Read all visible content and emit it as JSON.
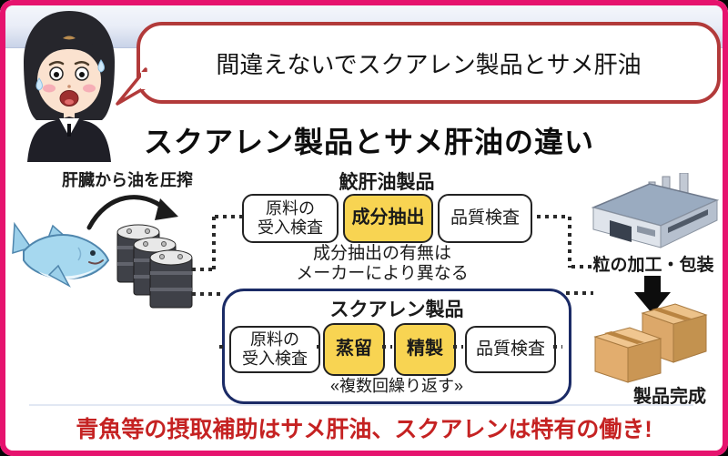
{
  "frame": {
    "border_color": "#e6136e",
    "background": "#ffffff"
  },
  "speech_bubble": {
    "text": "間違えないでスクアレン製品とサメ肝油",
    "border_color": "#b23a3a"
  },
  "header": {
    "title": "スクアレン製品とサメ肝油の違い"
  },
  "left_panel": {
    "caption": "肝臓から油を圧搾"
  },
  "shark_oil_flow": {
    "title": "鮫肝油製品",
    "steps": [
      {
        "label": "原料の\n受入検査",
        "highlight": false
      },
      {
        "label": "成分抽出",
        "highlight": true
      },
      {
        "label": "品質検査",
        "highlight": false
      }
    ],
    "note_line1": "成分抽出の有無は",
    "note_line2": "メーカーにより異なる"
  },
  "squalene_flow": {
    "title": "スクアレン製品",
    "steps": [
      {
        "label": "原料の\n受入検査",
        "highlight": false
      },
      {
        "label": "蒸留",
        "highlight": true
      },
      {
        "label": "精製",
        "highlight": true
      },
      {
        "label": "品質検査",
        "highlight": false
      }
    ],
    "note": "«複数回繰り返す»"
  },
  "right_panel": {
    "caption_processing": "粒の加工・包装",
    "caption_done": "製品完成"
  },
  "footer": {
    "message": "青魚等の摂取補助はサメ肝油、スクアレンは特有の働き!"
  },
  "icons": [
    "worried-woman",
    "shark",
    "oil-drums",
    "curved-arrow",
    "factory",
    "down-arrow",
    "cardboard-boxes"
  ],
  "colors": {
    "accent_pink": "#e6136e",
    "bubble_red": "#b23a3a",
    "highlight_yellow": "#f8d452",
    "navy": "#1b2b66",
    "footer_red": "#c52222"
  }
}
